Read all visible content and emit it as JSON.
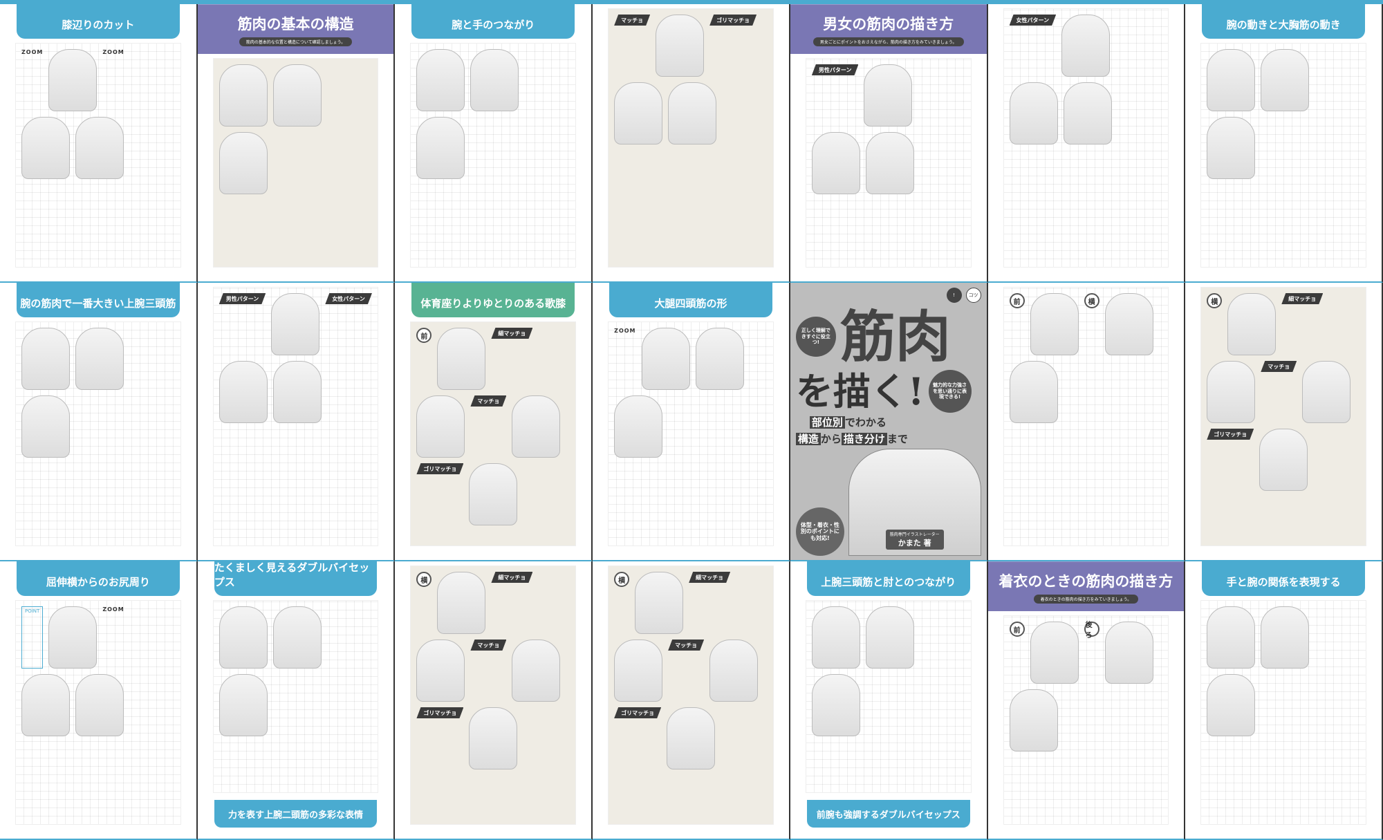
{
  "colors": {
    "blue": "#4aabd0",
    "purple": "#7a77b4",
    "green": "#58b393"
  },
  "pages": [
    {
      "header": "blue",
      "title": "膝辺りのカット",
      "labels": [
        "ZOOM",
        "ZOOM"
      ]
    },
    {
      "header": "purple",
      "title": "筋肉の基本の構造",
      "subtitle": "筋肉の基本的な位置と構造について確認しましょう。",
      "beige": true
    },
    {
      "header": "blue",
      "title": "腕と手のつながり"
    },
    {
      "labels": [
        "マッチョ",
        "ゴリマッチョ"
      ],
      "beige": true
    },
    {
      "header": "purple",
      "title": "男女の筋肉の描き方",
      "subtitle": "男女ごとにポイントをおさえながら、筋肉の描き方をみていきましょう。",
      "labels": [
        "男性パターン"
      ]
    },
    {
      "labels": [
        "女性パターン"
      ]
    },
    {
      "header": "blue",
      "title": "腕の動きと大胸筋の動き"
    },
    {
      "header": "blue",
      "title": "腕の筋肉で一番大きい上腕三頭筋"
    },
    {
      "labels": [
        "男性パターン",
        "女性パターン"
      ]
    },
    {
      "header": "green",
      "title": "体育座りよりゆとりのある歌膝",
      "labels": [
        "前",
        "細マッチョ",
        "マッチョ",
        "ゴリマッチョ"
      ],
      "beige": true
    },
    {
      "header": "blue",
      "title": "大腿四頭筋の形",
      "labels": [
        "ZOOM"
      ]
    },
    {
      "cover": true
    },
    {
      "labels": [
        "前",
        "横"
      ]
    },
    {
      "labels": [
        "横",
        "細マッチョ",
        "マッチョ",
        "ゴリマッチョ"
      ],
      "beige": true
    },
    {
      "header": "blue",
      "title": "屈伸横からのお尻周り",
      "labels": [
        "POINT",
        "ZOOM"
      ]
    },
    {
      "header": "blue",
      "title": "たくましく見えるダブルバイセップス",
      "section2": "力を表す上腕二頭筋の多彩な表情"
    },
    {
      "labels": [
        "横",
        "細マッチョ",
        "マッチョ",
        "ゴリマッチョ"
      ],
      "beige": true
    },
    {
      "labels": [
        "横",
        "細マッチョ",
        "マッチョ",
        "ゴリマッチョ"
      ],
      "beige": true
    },
    {
      "header": "blue",
      "title": "上腕三頭筋と肘とのつながり",
      "section2": "前腕も強調するダブルバイセップス"
    },
    {
      "header": "purple",
      "title": "着衣のときの筋肉の描き方",
      "subtitle": "着衣のときの筋肉の描き方をみていきましょう。",
      "labels": [
        "前",
        "後ろ"
      ]
    },
    {
      "header": "blue",
      "title": "手と腕の関係を表現する"
    }
  ],
  "cover": {
    "title_1": "筋肉",
    "title_2": "を描く!",
    "line1_box": "部位別",
    "line1_rest": "でわかる",
    "line2_box1": "構造",
    "line2_mid": "から",
    "line2_box2": "描き分け",
    "line2_rest": "まで",
    "badge_left": "正しく理解できすぐに役立つ!",
    "badge_right": "魅力的な力強さを思い通りに表現できる!",
    "badge_bottom": "体型・着衣・性別のポイントにも対応!",
    "author_role": "筋肉専門イラストレーター",
    "author": "かまた 著",
    "corner_1": "!",
    "corner_2": "コツ"
  }
}
